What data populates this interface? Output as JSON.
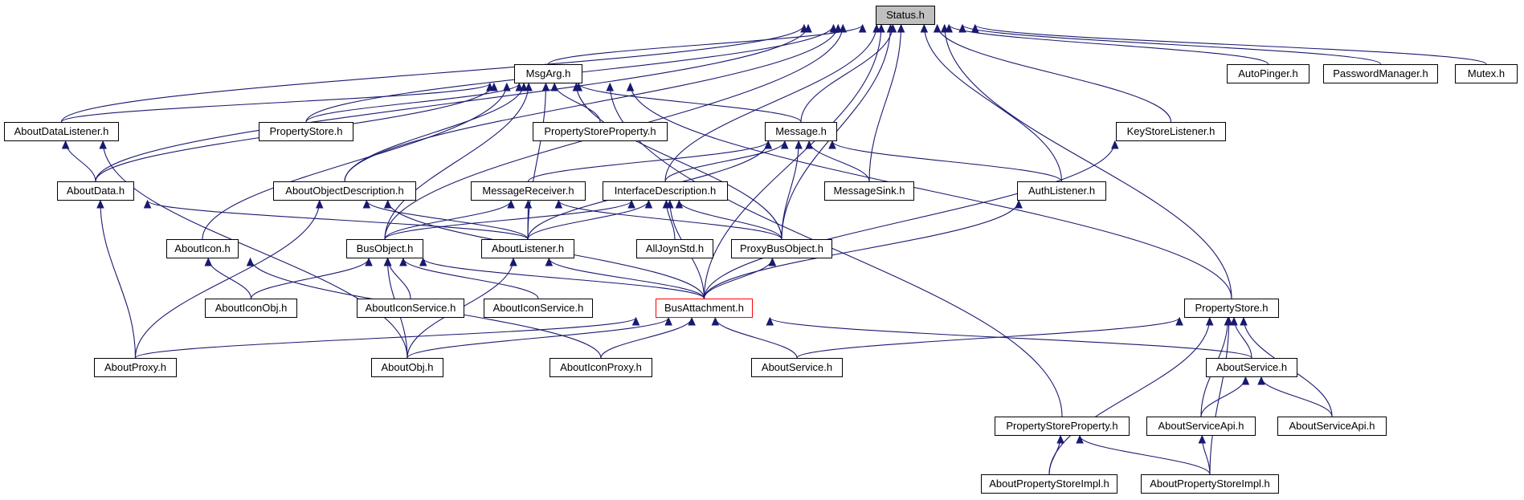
{
  "colors": {
    "edge": "#191970",
    "root_fill": "#bfbfbf",
    "focus_border": "#ff0000",
    "node_border": "#000000"
  },
  "graph": {
    "nodes": {
      "status": "Status.h",
      "msgarg": "MsgArg.h",
      "autopinger": "AutoPinger.h",
      "passwordmanager": "PasswordManager.h",
      "mutex": "Mutex.h",
      "aboutdatalistener": "AboutDataListener.h",
      "propertystore_a": "PropertyStore.h",
      "propertystoreproperty_a": "PropertyStoreProperty.h",
      "message": "Message.h",
      "keystorelistener": "KeyStoreListener.h",
      "aboutdata": "AboutData.h",
      "aboutobjectdescription": "AboutObjectDescription.h",
      "messagereceiver": "MessageReceiver.h",
      "interfacedescription": "InterfaceDescription.h",
      "messagesink": "MessageSink.h",
      "authlistener": "AuthListener.h",
      "abouticon": "AboutIcon.h",
      "busobject": "BusObject.h",
      "aboutlistener": "AboutListener.h",
      "alljoynstd": "AllJoynStd.h",
      "proxybusobject": "ProxyBusObject.h",
      "abouticonobj": "AboutIconObj.h",
      "abouticonservice_a": "AboutIconService.h",
      "abouticonservice_b": "AboutIconService.h",
      "busattachment": "BusAttachment.h",
      "propertystore_b": "PropertyStore.h",
      "aboutproxy": "AboutProxy.h",
      "aboutobj": "AboutObj.h",
      "abouticonproxy": "AboutIconProxy.h",
      "aboutservice_a": "AboutService.h",
      "aboutservice_b": "AboutService.h",
      "propertystoreproperty_b": "PropertyStoreProperty.h",
      "aboutserviceapi_a": "AboutServiceApi.h",
      "aboutserviceapi_b": "AboutServiceApi.h",
      "aboutpropertystoreimpl_a": "AboutPropertyStoreImpl.h",
      "aboutpropertystoreimpl_b": "AboutPropertyStoreImpl.h"
    },
    "edges": [
      [
        "msgarg",
        "status"
      ],
      [
        "autopinger",
        "status"
      ],
      [
        "passwordmanager",
        "status"
      ],
      [
        "mutex",
        "status"
      ],
      [
        "aboutdatalistener",
        "status"
      ],
      [
        "propertystore_a",
        "status"
      ],
      [
        "message",
        "status"
      ],
      [
        "keystorelistener",
        "status"
      ],
      [
        "aboutdata",
        "status"
      ],
      [
        "aboutobjectdescription",
        "status"
      ],
      [
        "interfacedescription",
        "status"
      ],
      [
        "messagesink",
        "status"
      ],
      [
        "authlistener",
        "status"
      ],
      [
        "busobject",
        "status"
      ],
      [
        "proxybusobject",
        "status"
      ],
      [
        "busattachment",
        "status"
      ],
      [
        "propertystore_b",
        "status"
      ],
      [
        "aboutdatalistener",
        "msgarg"
      ],
      [
        "propertystore_a",
        "msgarg"
      ],
      [
        "propertystoreproperty_a",
        "msgarg"
      ],
      [
        "message",
        "msgarg"
      ],
      [
        "aboutdata",
        "msgarg"
      ],
      [
        "aboutobjectdescription",
        "msgarg"
      ],
      [
        "abouticon",
        "msgarg"
      ],
      [
        "busobject",
        "msgarg"
      ],
      [
        "aboutlistener",
        "msgarg"
      ],
      [
        "proxybusobject",
        "msgarg"
      ],
      [
        "propertystore_b",
        "msgarg"
      ],
      [
        "propertystoreproperty_b",
        "msgarg"
      ],
      [
        "aboutdata",
        "aboutdatalistener"
      ],
      [
        "aboutobj",
        "aboutdatalistener"
      ],
      [
        "messagereceiver",
        "message"
      ],
      [
        "interfacedescription",
        "message"
      ],
      [
        "messagesink",
        "message"
      ],
      [
        "authlistener",
        "message"
      ],
      [
        "aboutlistener",
        "message"
      ],
      [
        "proxybusobject",
        "message"
      ],
      [
        "busattachment",
        "keystorelistener"
      ],
      [
        "aboutproxy",
        "aboutdata"
      ],
      [
        "aboutlistener",
        "aboutdata"
      ],
      [
        "aboutproxy",
        "aboutobjectdescription"
      ],
      [
        "aboutlistener",
        "aboutobjectdescription"
      ],
      [
        "busattachment",
        "aboutobjectdescription"
      ],
      [
        "busobject",
        "messagereceiver"
      ],
      [
        "aboutlistener",
        "messagereceiver"
      ],
      [
        "proxybusobject",
        "messagereceiver"
      ],
      [
        "busobject",
        "interfacedescription"
      ],
      [
        "aboutlistener",
        "interfacedescription"
      ],
      [
        "alljoynstd",
        "interfacedescription"
      ],
      [
        "proxybusobject",
        "interfacedescription"
      ],
      [
        "busattachment",
        "interfacedescription"
      ],
      [
        "busattachment",
        "authlistener"
      ],
      [
        "abouticonobj",
        "abouticon"
      ],
      [
        "abouticonproxy",
        "abouticon"
      ],
      [
        "abouticonobj",
        "busobject"
      ],
      [
        "abouticonservice_a",
        "busobject"
      ],
      [
        "abouticonservice_b",
        "busobject"
      ],
      [
        "busattachment",
        "busobject"
      ],
      [
        "aboutobj",
        "busobject"
      ],
      [
        "busattachment",
        "aboutlistener"
      ],
      [
        "aboutobj",
        "aboutlistener"
      ],
      [
        "busattachment",
        "proxybusobject"
      ],
      [
        "aboutproxy",
        "busattachment"
      ],
      [
        "aboutobj",
        "busattachment"
      ],
      [
        "abouticonproxy",
        "busattachment"
      ],
      [
        "aboutservice_a",
        "busattachment"
      ],
      [
        "aboutservice_b",
        "busattachment"
      ],
      [
        "aboutservice_a",
        "propertystore_b"
      ],
      [
        "aboutservice_b",
        "propertystore_b"
      ],
      [
        "aboutserviceapi_a",
        "propertystore_b"
      ],
      [
        "aboutserviceapi_b",
        "propertystore_b"
      ],
      [
        "aboutpropertystoreimpl_a",
        "propertystore_b"
      ],
      [
        "aboutpropertystoreimpl_b",
        "propertystore_b"
      ],
      [
        "aboutserviceapi_a",
        "aboutservice_b"
      ],
      [
        "aboutserviceapi_b",
        "aboutservice_b"
      ],
      [
        "aboutpropertystoreimpl_a",
        "propertystoreproperty_b"
      ],
      [
        "aboutpropertystoreimpl_b",
        "propertystoreproperty_b"
      ],
      [
        "aboutpropertystoreimpl_b",
        "aboutserviceapi_a"
      ]
    ]
  }
}
